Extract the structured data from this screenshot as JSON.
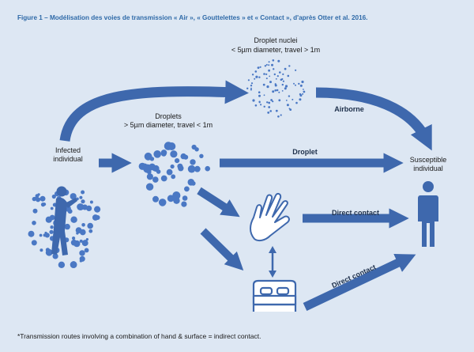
{
  "figure": {
    "title": "Figure 1 – Modélisation des voies de transmission « Air », « Gouttelettes » et « Contact », d'après Otter et al. 2016.",
    "footnote": "*Transmission routes involving a combination of hand & surface = indirect contact."
  },
  "nodes": {
    "infected": {
      "line1": "Infected",
      "line2": "individual"
    },
    "droplets": {
      "line1": "Droplets",
      "line2": "> 5µm diameter, travel < 1m"
    },
    "nuclei": {
      "line1": "Droplet nuclei",
      "line2": "< 5µm diameter, travel > 1m"
    },
    "susceptible": {
      "line1": "Susceptible",
      "line2": "individual"
    },
    "hand": {
      "icon": "hand-icon"
    },
    "bed": {
      "icon": "bed-icon"
    },
    "person": {
      "icon": "person-icon"
    }
  },
  "routes": {
    "airborne": "Airborne",
    "droplet": "Droplet",
    "direct_contact_hand": "Direct contact",
    "direct_contact_bed": "Direct contact"
  },
  "colors": {
    "background": "#dde7f3",
    "arrow": "#3e68ad",
    "dot": "#4a78c4",
    "figure": "#f2f6fb",
    "title": "#2f6aa8"
  }
}
